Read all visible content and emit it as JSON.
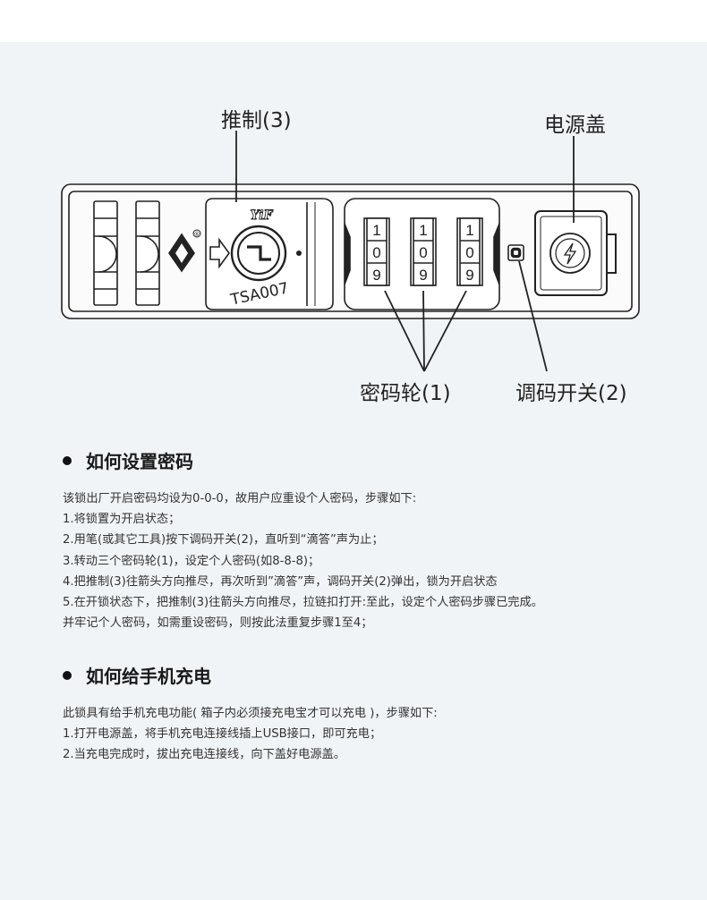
{
  "labels": {
    "pusher": "推制(3)",
    "power_cover": "电源盖",
    "code_wheel": "密码轮(1)",
    "reset_switch": "调码开关(2)"
  },
  "lock_markings": {
    "brand": "YiF",
    "model": "TSA007",
    "registered": "®",
    "wheels": [
      [
        "1",
        "0",
        "9"
      ],
      [
        "1",
        "0",
        "9"
      ],
      [
        "1",
        "0",
        "9"
      ]
    ]
  },
  "sections": [
    {
      "title": "如何设置密码",
      "lines": [
        "该锁出厂开启密码均设为0-0-0，故用户应重设个人密码，步骤如下:",
        "1.将锁置为开启状态；",
        "2.用笔(或其它工具)按下调码开关(2)，直听到“滴答”声为止；",
        "3.转动三个密码轮(1)，设定个人密码(如8-8-8)；",
        "4.把推制(3)往箭头方向推尽，再次听到”滴答”声，调码开关(2)弹出，锁为开启状态",
        "5.在开锁状态下，把推制(3)往箭头方向推尽，拉链扣打开:至此，设定个人密码步骤已完成。",
        "并牢记个人密码，如需重设密码，则按此法重复步骤1至4；"
      ]
    },
    {
      "title": "如何给手机充电",
      "lines": [
        "此锁具有给手机充电功能( 箱子内必须接充电宝才可以充电 )，步骤如下:",
        "1.打开电源盖，将手机充电连接线插上USB接口，即可充电；",
        "2.当充电完成时，拔出充电连接线，向下盖好电源盖。"
      ]
    }
  ]
}
